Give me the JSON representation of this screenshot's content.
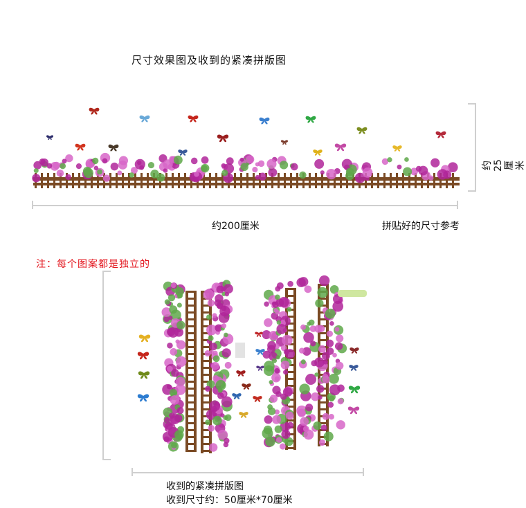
{
  "header": {
    "title": "尺寸效果图及收到的紧凑拼版图"
  },
  "assembled": {
    "width_label": "约200厘米",
    "height_label": "约25厘米",
    "reference_label": "拼贴好的尺寸参考"
  },
  "note": "注：每个图案都是独立的",
  "packing": {
    "caption_line1": "收到的紧凑拼版图",
    "caption_line2": "收到尺寸约：50厘米*70厘米"
  },
  "colors": {
    "flower": "#b0269a",
    "flower_light": "#d766c8",
    "fence": "#7a4a24",
    "leaf": "#5fa84a",
    "note": "#e3141c"
  }
}
